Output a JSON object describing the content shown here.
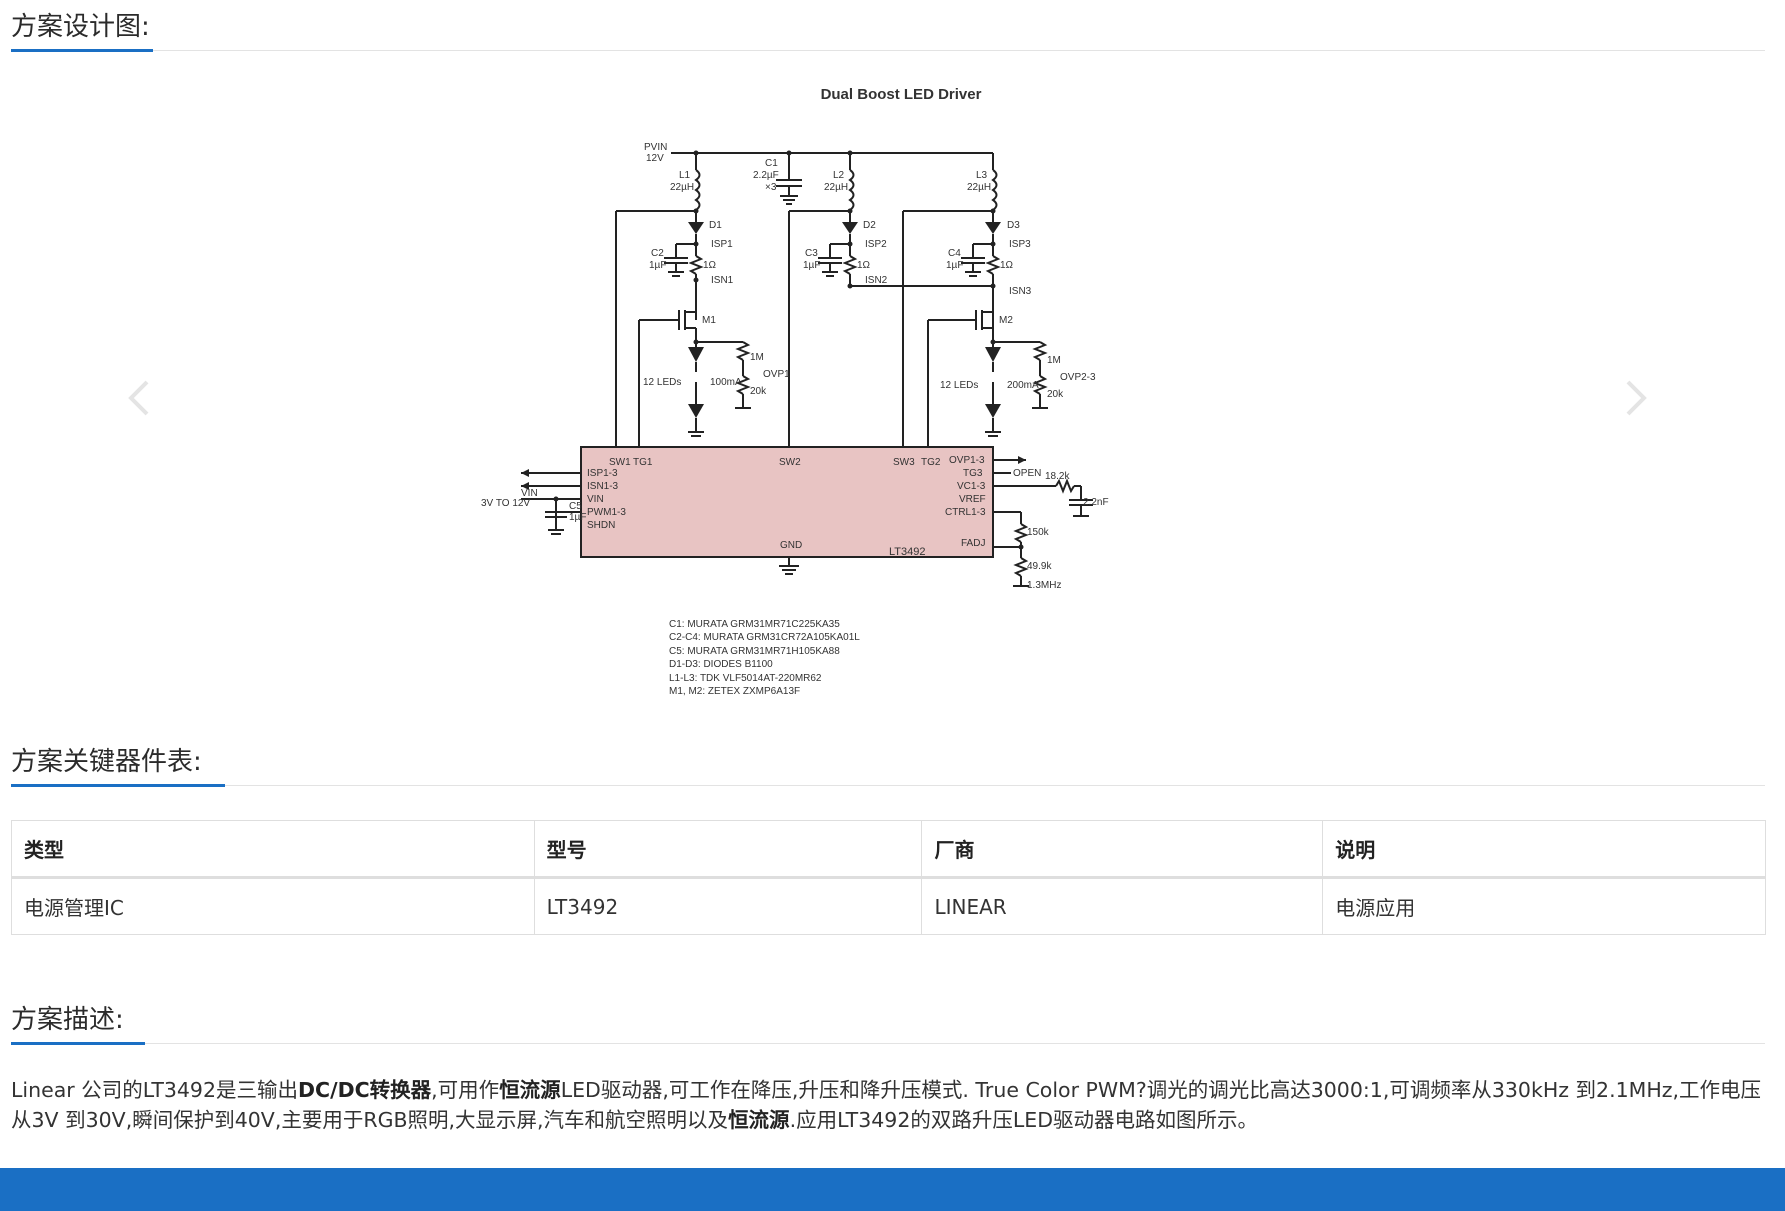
{
  "sections": {
    "design": "方案设计图:",
    "components": "方案关键器件表:",
    "description": "方案描述:"
  },
  "carousel": {
    "prev_icon": "chevron-left-icon",
    "next_icon": "chevron-right-icon"
  },
  "figure": {
    "title": "Dual Boost LED Driver",
    "chip": "LT3492",
    "left_labels": {
      "pvin": "PVIN",
      "pvin_v": "12V",
      "vin": "VIN",
      "vin_range": "3V TO 12V",
      "c5": "C5",
      "c5_val": "1µF"
    },
    "inductors": [
      {
        "name": "L1",
        "value": "22µH"
      },
      {
        "name": "L2",
        "value": "22µH"
      },
      {
        "name": "L3",
        "value": "22µH"
      }
    ],
    "c1": {
      "name": "C1",
      "value": "2.2µF",
      "qty": "×3"
    },
    "diodes": [
      "D1",
      "D2",
      "D3"
    ],
    "caps": [
      {
        "name": "C2",
        "value": "1µF"
      },
      {
        "name": "C3",
        "value": "1µF"
      },
      {
        "name": "C4",
        "value": "1µF"
      }
    ],
    "sense": [
      "ISP1",
      "ISP2",
      "ISP3",
      "ISN1",
      "ISN2",
      "ISN3",
      "1Ω",
      "1Ω",
      "1Ω"
    ],
    "mosfets": [
      "M1",
      "M2"
    ],
    "led_strings": [
      {
        "label": "12 LEDs",
        "current": "100mA",
        "r_top": "1M",
        "r_bot": "20k",
        "ovp": "OVP1"
      },
      {
        "label": "12 LEDs",
        "current": "200mA",
        "r_top": "1M",
        "r_bot": "20k",
        "ovp": "OVP2-3"
      }
    ],
    "chip_pins_top": [
      "SW1",
      "TG1",
      "SW2",
      "SW3",
      "TG2"
    ],
    "chip_pins_left": [
      "ISP1-3",
      "ISN1-3",
      "VIN",
      "PWM1-3",
      "SHDN"
    ],
    "chip_pins_right": [
      "OVP1-3",
      "TG3",
      "VC1-3",
      "VREF",
      "CTRL1-3",
      "FADJ"
    ],
    "chip_pin_bottom": "GND",
    "right_labels": {
      "open": "OPEN",
      "r_vc": "18.2k",
      "c_vc": "2.2nF",
      "r_ctrl": "150k",
      "r_fadj": "49.9k",
      "freq": "1.3MHz"
    },
    "notes": [
      "C1: MURATA GRM31MR71C225KA35",
      "C2-C4: MURATA GRM31CR72A105KA01L",
      "C5: MURATA GRM31MR71H105KA88",
      "D1-D3: DIODES B1100",
      "L1-L3: TDK VLF5014AT-220MR62",
      "M1, M2: ZETEX ZXMP6A13F"
    ]
  },
  "bom_table": {
    "headers": [
      "类型",
      "型号",
      "厂商",
      "说明"
    ],
    "rows": [
      [
        "电源管理IC",
        "LT3492",
        "LINEAR",
        "电源应用"
      ]
    ]
  },
  "description": {
    "p1": "Linear 公司的LT3492是三输出",
    "k1": "DC/DC转换器",
    "p2": ",可用作",
    "k2": "恒流源",
    "p3": "LED驱动器,可工作在降压,升压和降升压模式. True Color PWM?调光的调光比高达3000:1,可调频率从330kHz 到2.1MHz,工作电压从3V 到30V,瞬间保护到40V,主要用于RGB照明,大显示屏,汽车和航空照明以及",
    "k3": "恒流源",
    "p4": ".应用LT3492的双路升压LED驱动器电路如图所示。"
  },
  "colors": {
    "accent": "#1a6fc4",
    "chip_fill": "#e8c4c3",
    "footer": "#1a6fc4"
  }
}
